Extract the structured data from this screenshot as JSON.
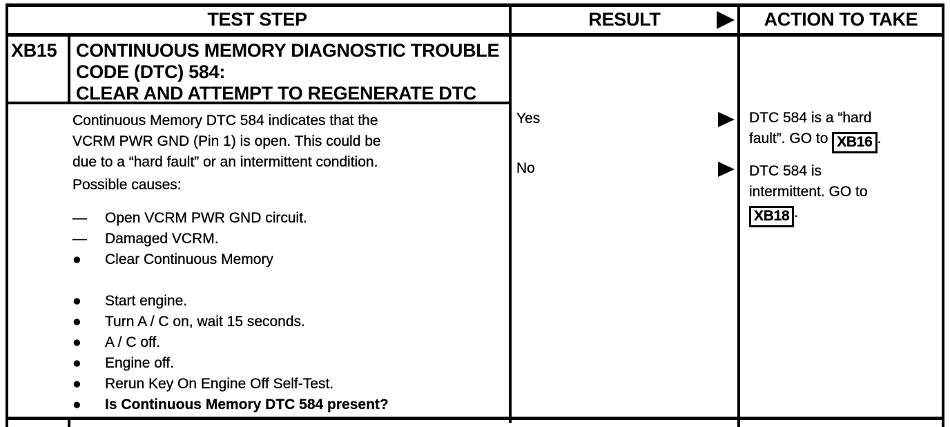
{
  "colors": {
    "ink": "#000000",
    "paper": "#ffffff"
  },
  "icons": {
    "dash": "—",
    "bullet": "●",
    "result_arrow": "right-triangle"
  },
  "header": {
    "test_step": "TEST STEP",
    "result": "RESULT",
    "action": "ACTION TO TAKE"
  },
  "step": {
    "id": "XB15",
    "title_lines": [
      "CONTINUOUS MEMORY DIAGNOSTIC TROUBLE",
      "CODE (DTC) 584:",
      "CLEAR AND ATTEMPT TO REGENERATE DTC"
    ]
  },
  "test_step_body": {
    "description_lines": [
      "Continuous Memory DTC 584 indicates that the",
      "VCRM PWR GND (Pin 1) is open. This could be",
      "due to a “hard fault” or an intermittent condition."
    ],
    "possible_causes_label": "Possible causes:",
    "dash_items": [
      "Open VCRM PWR GND circuit.",
      "Damaged VCRM."
    ],
    "bullet_items_group1": [
      "Clear Continuous Memory"
    ],
    "bullet_items_group2": [
      "Start engine.",
      "Turn A / C on, wait 15 seconds.",
      "A / C off.",
      "Engine off.",
      "Rerun Key On Engine Off Self-Test."
    ],
    "question_item": "Is Continuous Memory DTC 584 present?"
  },
  "results": [
    {
      "label": "Yes",
      "action_lines": [
        [
          {
            "t": "DTC 584 is a “hard"
          }
        ],
        [
          {
            "t": "fault”. GO to "
          },
          {
            "ref": "XB16"
          },
          {
            "t": "."
          }
        ]
      ]
    },
    {
      "label": "No",
      "action_lines": [
        [
          {
            "t": "DTC 584 is"
          }
        ],
        [
          {
            "t": "intermittent. GO to"
          }
        ],
        [
          {
            "ref": "XB18"
          },
          {
            "t": "."
          }
        ]
      ]
    }
  ]
}
